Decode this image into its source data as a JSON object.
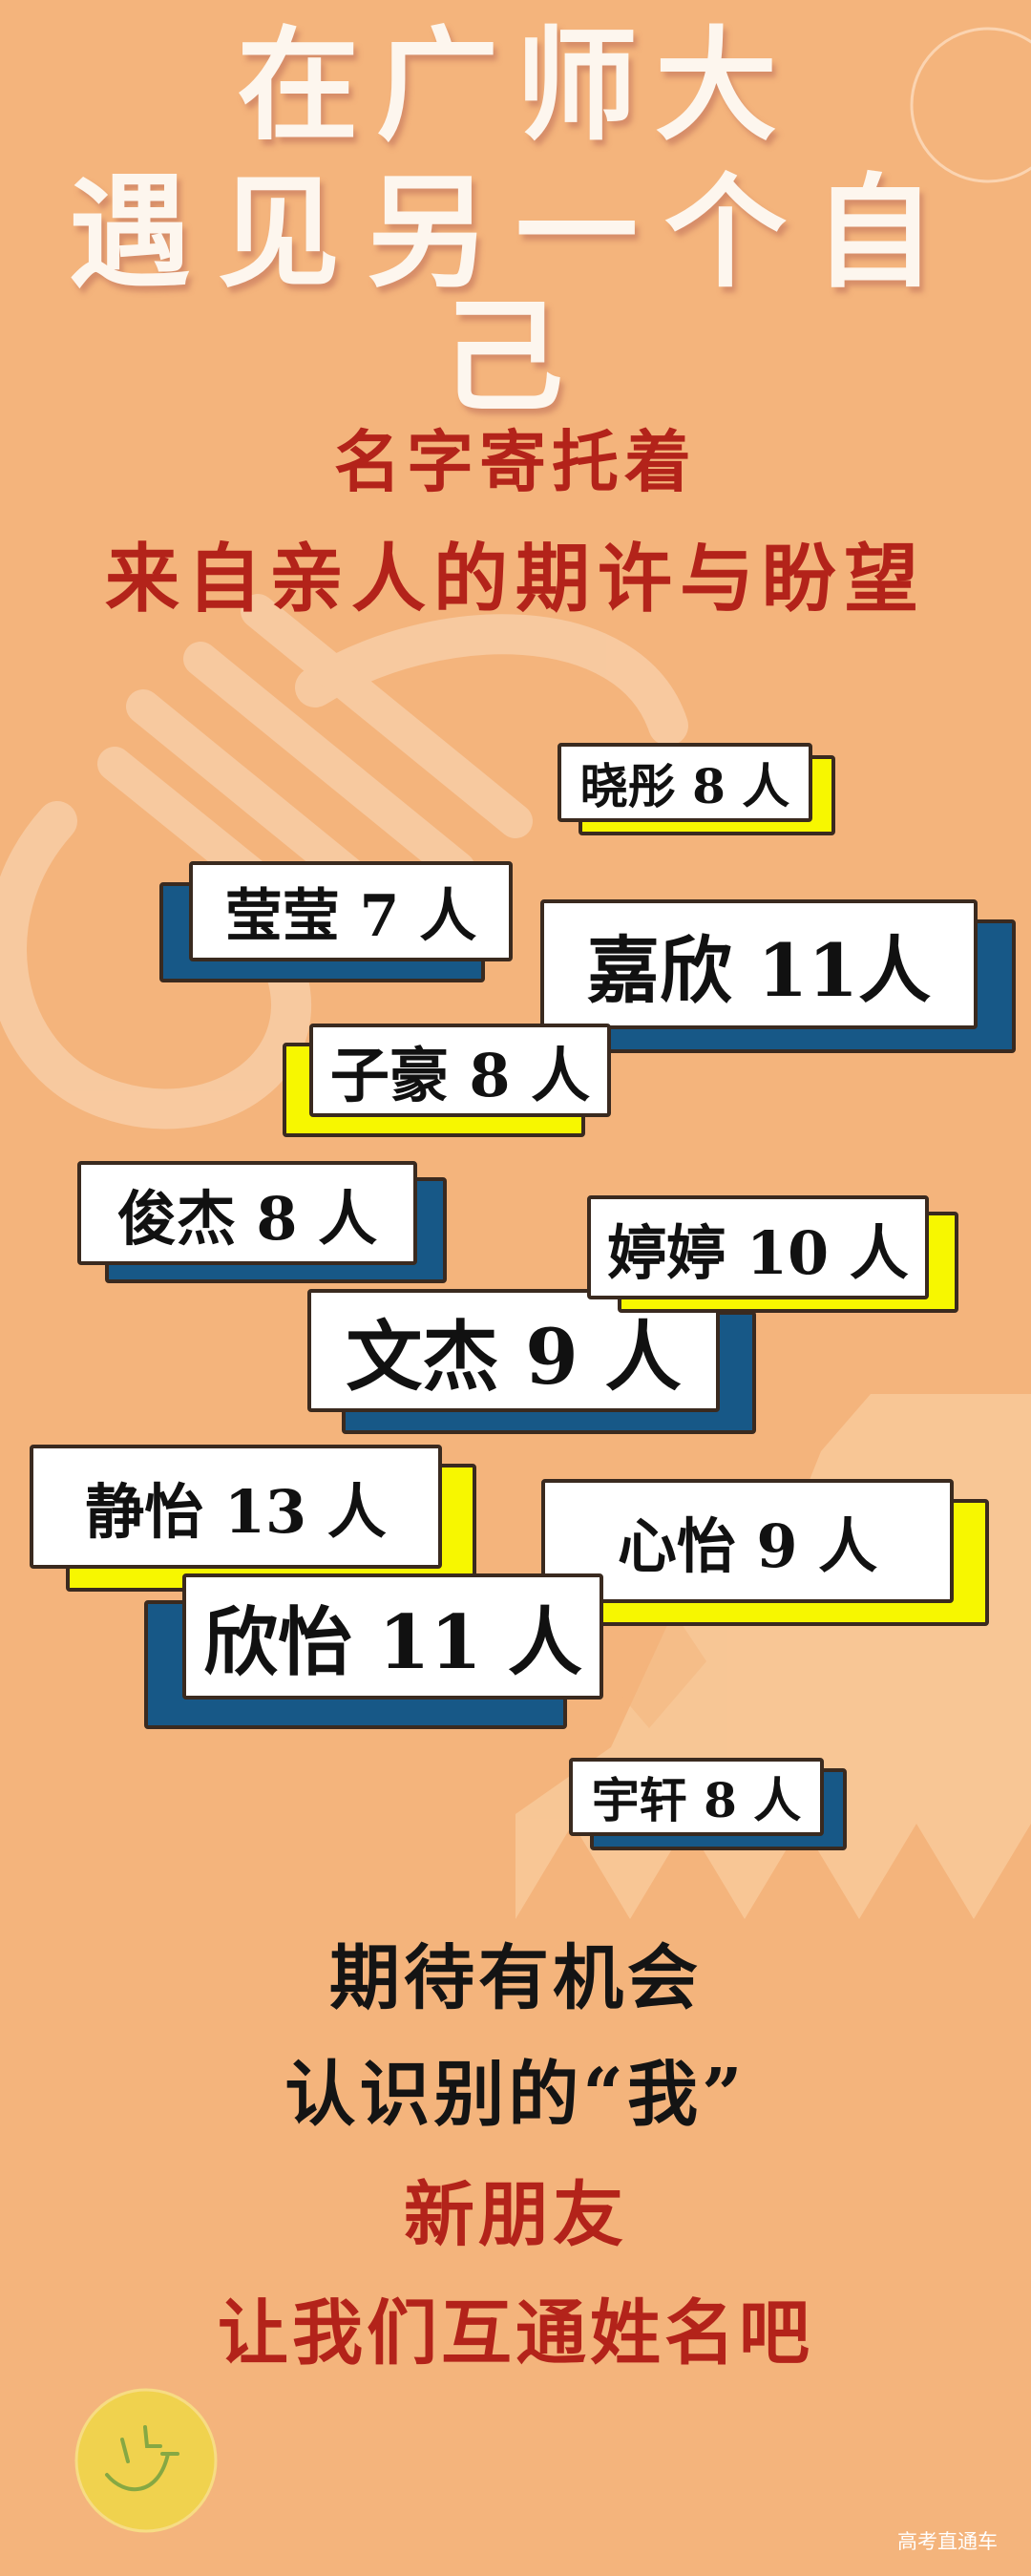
{
  "header": {
    "title_line1": "在广师大",
    "title_line2": "遇见另一个自己"
  },
  "intro": {
    "line1": "名字寄托着",
    "line2": "来自亲人的期许与盼望"
  },
  "name_tags": [
    {
      "label": "晓彤 8 人",
      "shadow": "yellow"
    },
    {
      "label": "莹莹 7 人",
      "shadow": "blue"
    },
    {
      "label": "嘉欣 11人",
      "shadow": "blue"
    },
    {
      "label": "子豪 8 人",
      "shadow": "yellow"
    },
    {
      "label": "俊杰 8 人",
      "shadow": "blue"
    },
    {
      "label": "婷婷 10 人",
      "shadow": "yellow"
    },
    {
      "label": "文杰 9 人",
      "shadow": "blue"
    },
    {
      "label": "静怡 13 人",
      "shadow": "yellow"
    },
    {
      "label": "心怡 9 人",
      "shadow": "yellow"
    },
    {
      "label": "欣怡 11 人",
      "shadow": "blue"
    },
    {
      "label": "宇轩 8 人",
      "shadow": "blue"
    }
  ],
  "closing": {
    "line1": "期待有机会",
    "line2": "认识别的“我”",
    "line3": "新朋友",
    "line4": "让我们互通姓名吧"
  },
  "watermark": "高考直通车",
  "colors": {
    "background": "#f4b47c",
    "title": "#fdf6ee",
    "accent_red": "#b3231a",
    "shadow_blue": "#175887",
    "shadow_yellow": "#f7f700",
    "smiley": "#f0d24e"
  },
  "icons": [
    "smiley-face-icon"
  ]
}
